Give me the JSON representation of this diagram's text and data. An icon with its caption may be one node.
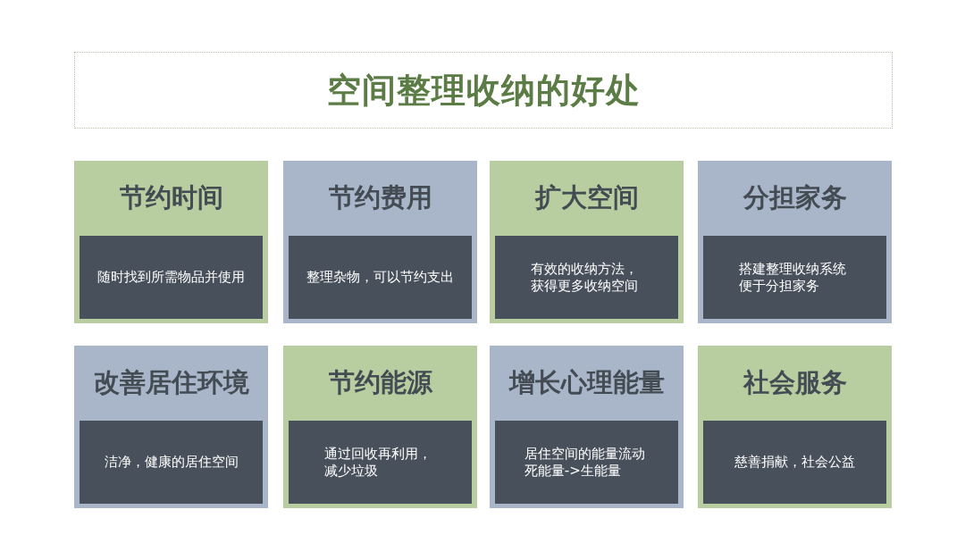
{
  "diagram": {
    "title": "空间整理收纳的好处",
    "nodes": [
      {
        "text": [
          "节约时间"
        ]
      },
      {
        "text": [
          "随时找到所需物品并使用"
        ],
        "in": 0
      },
      {
        "text": [
          "节约费用"
        ]
      },
      {
        "text": [
          "整理杂物，可以节约支出"
        ],
        "in": 2
      },
      {
        "text": [
          "扩大空间"
        ]
      },
      {
        "text": [
          "有效的收纳方法，获得更多收纳空间"
        ],
        "in": 4
      },
      {
        "text": [
          "分担家务"
        ]
      },
      {
        "text": [
          "搭建整理收纳系统便于分担家务"
        ],
        "in": 6
      },
      {
        "text": [
          "改善居住环境"
        ]
      },
      {
        "text": [
          "洁净，健康的居住空间"
        ],
        "in": 8
      },
      {
        "text": [
          "节约能源"
        ]
      },
      {
        "text": [
          "通过回收再利用，减少垃圾"
        ],
        "in": 10
      },
      {
        "text": [
          "增长心理能量"
        ]
      },
      {
        "text": [
          "居住空间的能量流动死能量->生能量"
        ],
        "in": 12
      },
      {
        "text": [
          "社会服务"
        ]
      },
      {
        "text": [
          "慈善捐献，社会公益"
        ],
        "in": 14
      }
    ]
  }
}
